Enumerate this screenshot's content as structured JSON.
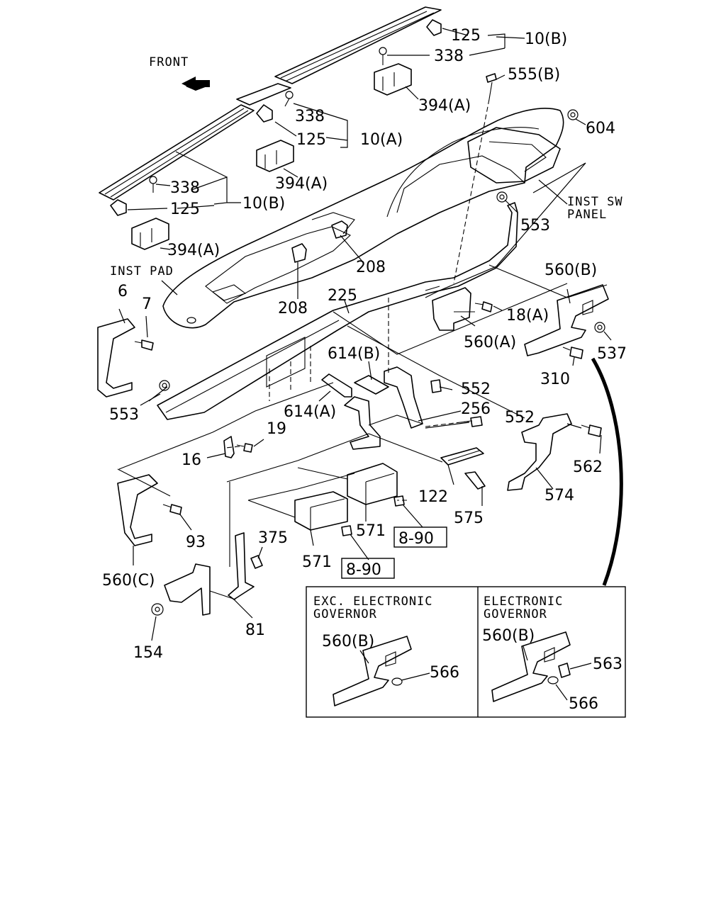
{
  "labels": {
    "front": "FRONT",
    "inst_pad": "INST PAD",
    "inst_sw": "INST SW",
    "panel": "PANEL",
    "p125a": "125",
    "p10ba": "10(B)",
    "p338a": "338",
    "p394a": "394(A)",
    "p555b": "555(B)",
    "p604": "604",
    "p338b": "338",
    "p125b": "125",
    "p10a": "10(A)",
    "p394b": "394(A)",
    "p338c": "338",
    "p125c": "125",
    "p10bb": "10(B)",
    "p394c": "394(A)",
    "p553a": "553",
    "p208a": "208",
    "p208b": "208",
    "p560b": "560(B)",
    "p6": "6",
    "p7": "7",
    "p225": "225",
    "p18a": "18(A)",
    "p560a": "560(A)",
    "p537": "537",
    "p310": "310",
    "p614b": "614(B)",
    "p552a": "552",
    "p256": "256",
    "p552b": "552",
    "p553b": "553",
    "p614a": "614(A)",
    "p19": "19",
    "p16": "16",
    "p562": "562",
    "p574": "574",
    "p122": "122",
    "p575": "575",
    "p571a": "571",
    "p890a": "8-90",
    "p93": "93",
    "p375": "375",
    "p571b": "571",
    "p890b": "8-90",
    "p560c": "560(C)",
    "p81": "81",
    "p154": "154"
  },
  "inset": {
    "left_title_1": "EXC. ELECTRONIC",
    "left_title_2": "GOVERNOR",
    "right_title_1": "ELECTRONIC",
    "right_title_2": "GOVERNOR",
    "l560b": "560(B)",
    "l566": "566",
    "r560b": "560(B)",
    "r563": "563",
    "r566": "566"
  }
}
